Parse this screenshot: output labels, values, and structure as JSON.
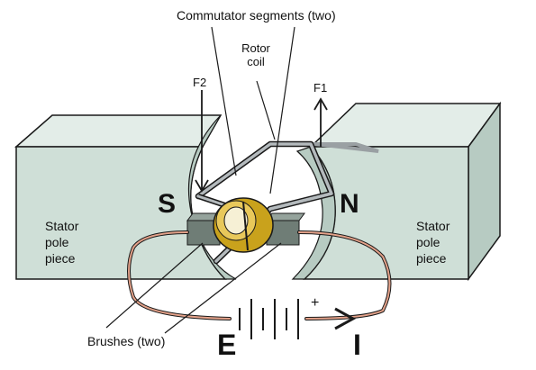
{
  "labels": {
    "commutator": "Commutator segments (two)",
    "rotor_line1": "Rotor",
    "rotor_line2": "coil",
    "f2": "F2",
    "f1": "F1",
    "s_pole": "S",
    "n_pole": "N",
    "stator_left_1": "Stator",
    "stator_left_2": "pole",
    "stator_left_3": "piece",
    "stator_right_1": "Stator",
    "stator_right_2": "pole",
    "stator_right_3": "piece",
    "brushes": "Brushes (two)",
    "battery_plus": "+",
    "emf": "E",
    "current": "I"
  },
  "colors": {
    "stator_face": "#cfdfd7",
    "stator_side": "#b7cbc2",
    "stator_top": "#e3ede8",
    "brush": "#6f7d76",
    "commutator": "#c9a21c",
    "commutator_light": "#e8c85a",
    "wire": "#e3a189",
    "coil": "#9aa0a3",
    "outline": "#1a1a1a"
  }
}
